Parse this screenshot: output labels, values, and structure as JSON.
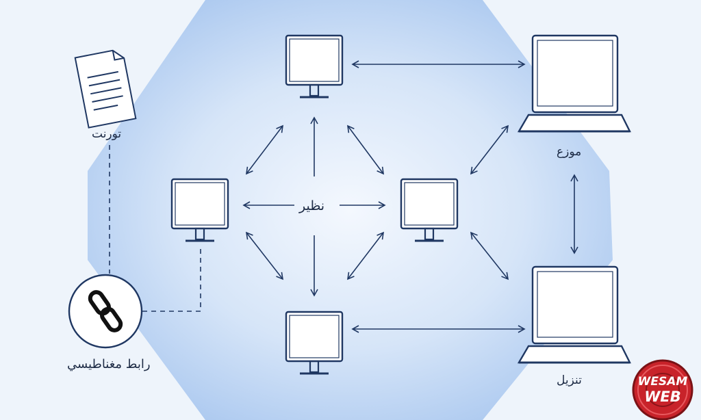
{
  "labels": {
    "torrent": "تورنت",
    "peer": "نظير",
    "seeder": "موزع",
    "magnet_link": "رابط مغناطيسي",
    "download": "تنزيل"
  },
  "logo": {
    "line1": "WESAM",
    "line2": "WEB"
  },
  "colors": {
    "stroke": "#1f3762",
    "hex_fill": "#cfe0f7",
    "hex_edge": "#a9c7ef",
    "logo_red": "#c8232a"
  },
  "icons": [
    "document-icon",
    "monitor-icon",
    "laptop-icon",
    "chain-link-icon"
  ]
}
